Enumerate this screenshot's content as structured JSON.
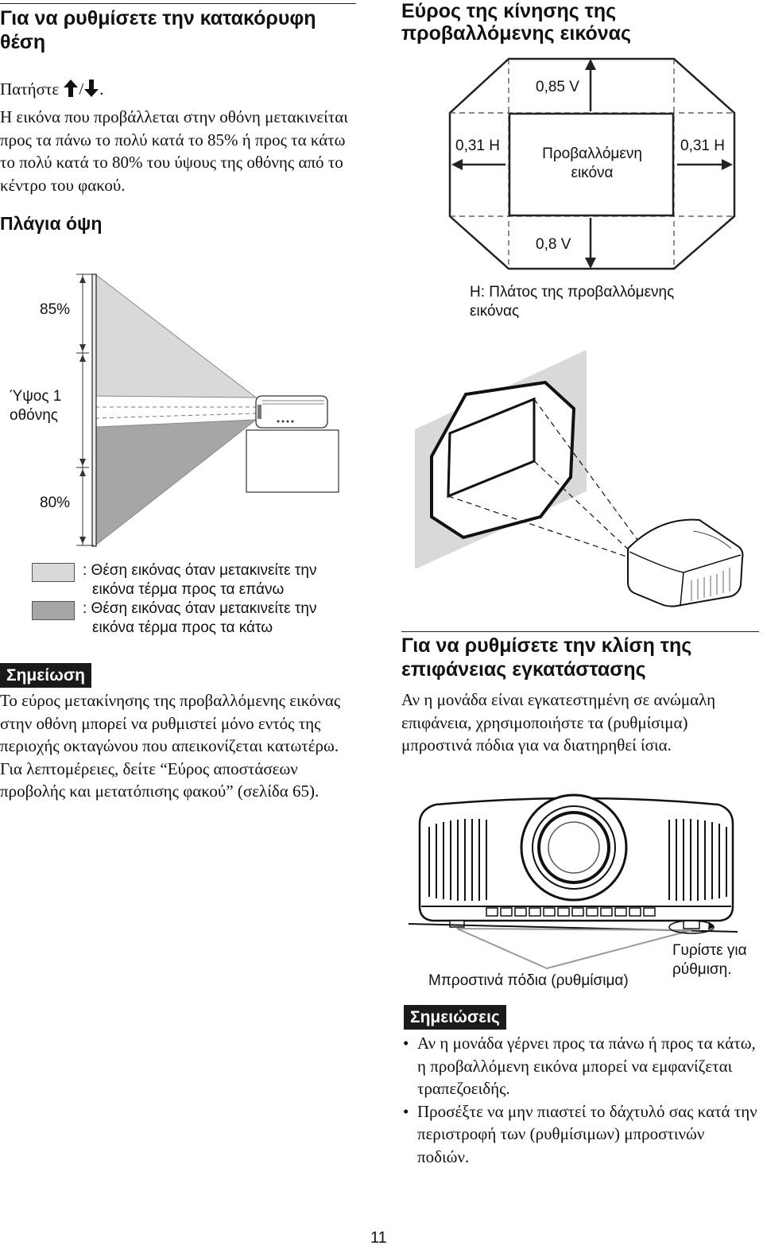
{
  "left": {
    "vertical_heading": "Για να ρυθμίσετε την κατακόρυφη θέση",
    "press_prefix": "Πατήστε",
    "press_suffix": ".",
    "description": "Η εικόνα που προβάλλεται στην οθόνη μετακινείται προς τα πάνω το πολύ κατά το 85% ή προς τα κάτω το πολύ κατά το 80% του ύψους της οθόνης από το κέντρο του φακού.",
    "side_view_title": "Πλάγια όψη",
    "side_diagram": {
      "up_percent": "85%",
      "screen_height_label": "Ύψος 1 οθόνης",
      "down_percent": "80%"
    },
    "legend": [
      {
        "color": "#d9d9d9",
        "text": ": Θέση εικόνας όταν μετακινείτε την εικόνα τέρμα προς τα επάνω"
      },
      {
        "color": "#a6a6a6",
        "text": ": Θέση εικόνας όταν μετακινείτε την εικόνα τέρμα προς τα κάτω"
      }
    ],
    "note_badge": "Σημείωση",
    "note_text": "Το εύρος μετακίνησης της προβαλλόμενης εικόνας στην οθόνη μπορεί να ρυθμιστεί μόνο εντός της περιοχής οκταγώνου που απεικονίζεται κατωτέρω. Για λεπτομέρειες, δείτε “Εύρος αποστάσεων προβολής και μετατόπισης φακού” (σελίδα 65)."
  },
  "right": {
    "range_heading": "Εύρος της κίνησης της προβαλλόμενης εικόνας",
    "octagon": {
      "top_label": "0,85 V",
      "left_label": "0,31 H",
      "right_label": "0,31 H",
      "center_label": "Προβαλλόμενη εικόνα",
      "bottom_label": "0,8 V",
      "legend_h": "H: Πλάτος της προβαλλόμενης εικόνας"
    },
    "tilt_heading": "Για να ρυθμίσετε την κλίση της επιφάνειας εγκατάστασης",
    "tilt_text": "Αν η μονάδα είναι εγκατεστημένη σε ανώμαλη επιφάνεια, χρησιμοποιήστε τα (ρυθμίσιμα) μπροστινά πόδια για να διατηρηθεί ίσια.",
    "front_feet_label": "Μπροστινά πόδια (ρυθμίσιμα)",
    "turn_label": "Γυρίστε για ρύθμιση.",
    "notes_badge": "Σημειώσεις",
    "notes": [
      "Αν η μονάδα γέρνει προς τα πάνω ή προς τα κάτω, η προβαλλόμενη εικόνα μπορεί να εμφανίζεται τραπεζοειδής.",
      "Προσέξτε να μην πιαστεί το δάχτυλό σας κατά την περιστροφή των (ρυθμίσιμων) μπροστινών ποδιών."
    ]
  },
  "page_number": "11",
  "colors": {
    "upper_legend_fill": "#d9d9d9",
    "lower_legend_fill": "#a6a6a6",
    "badge_bg": "#1a1a1a"
  },
  "icons": [
    "arrow-up-icon",
    "arrow-down-icon"
  ]
}
